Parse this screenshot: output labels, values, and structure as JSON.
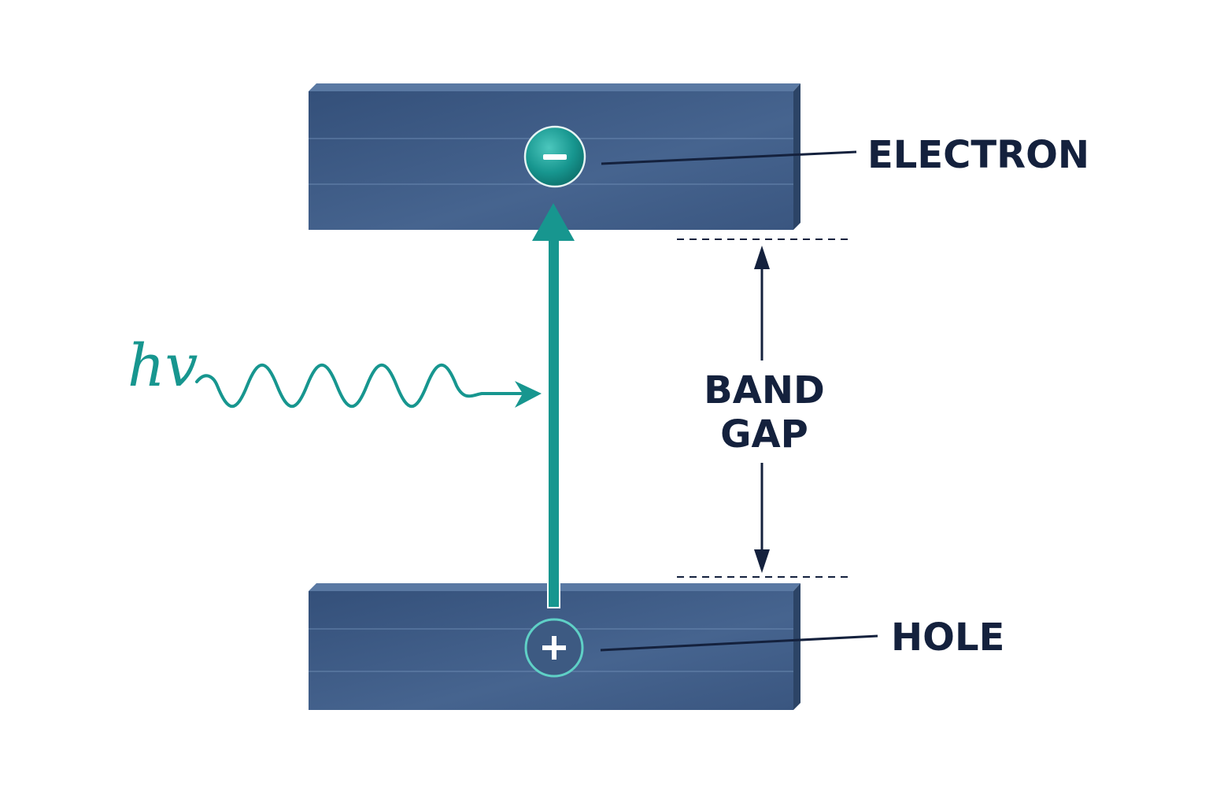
{
  "labels": {
    "electron": "ELECTRON",
    "hole": "HOLE",
    "band_gap_line1": "BAND",
    "band_gap_line2": "GAP",
    "photon": "hv",
    "electron_symbol": "−",
    "hole_symbol": "+"
  },
  "colors": {
    "band": "#3d5a82",
    "band_light": "#4a6a94",
    "band_side": "#2c4466",
    "accent": "#17968f",
    "dark": "#14213d",
    "white": "#ffffff"
  }
}
